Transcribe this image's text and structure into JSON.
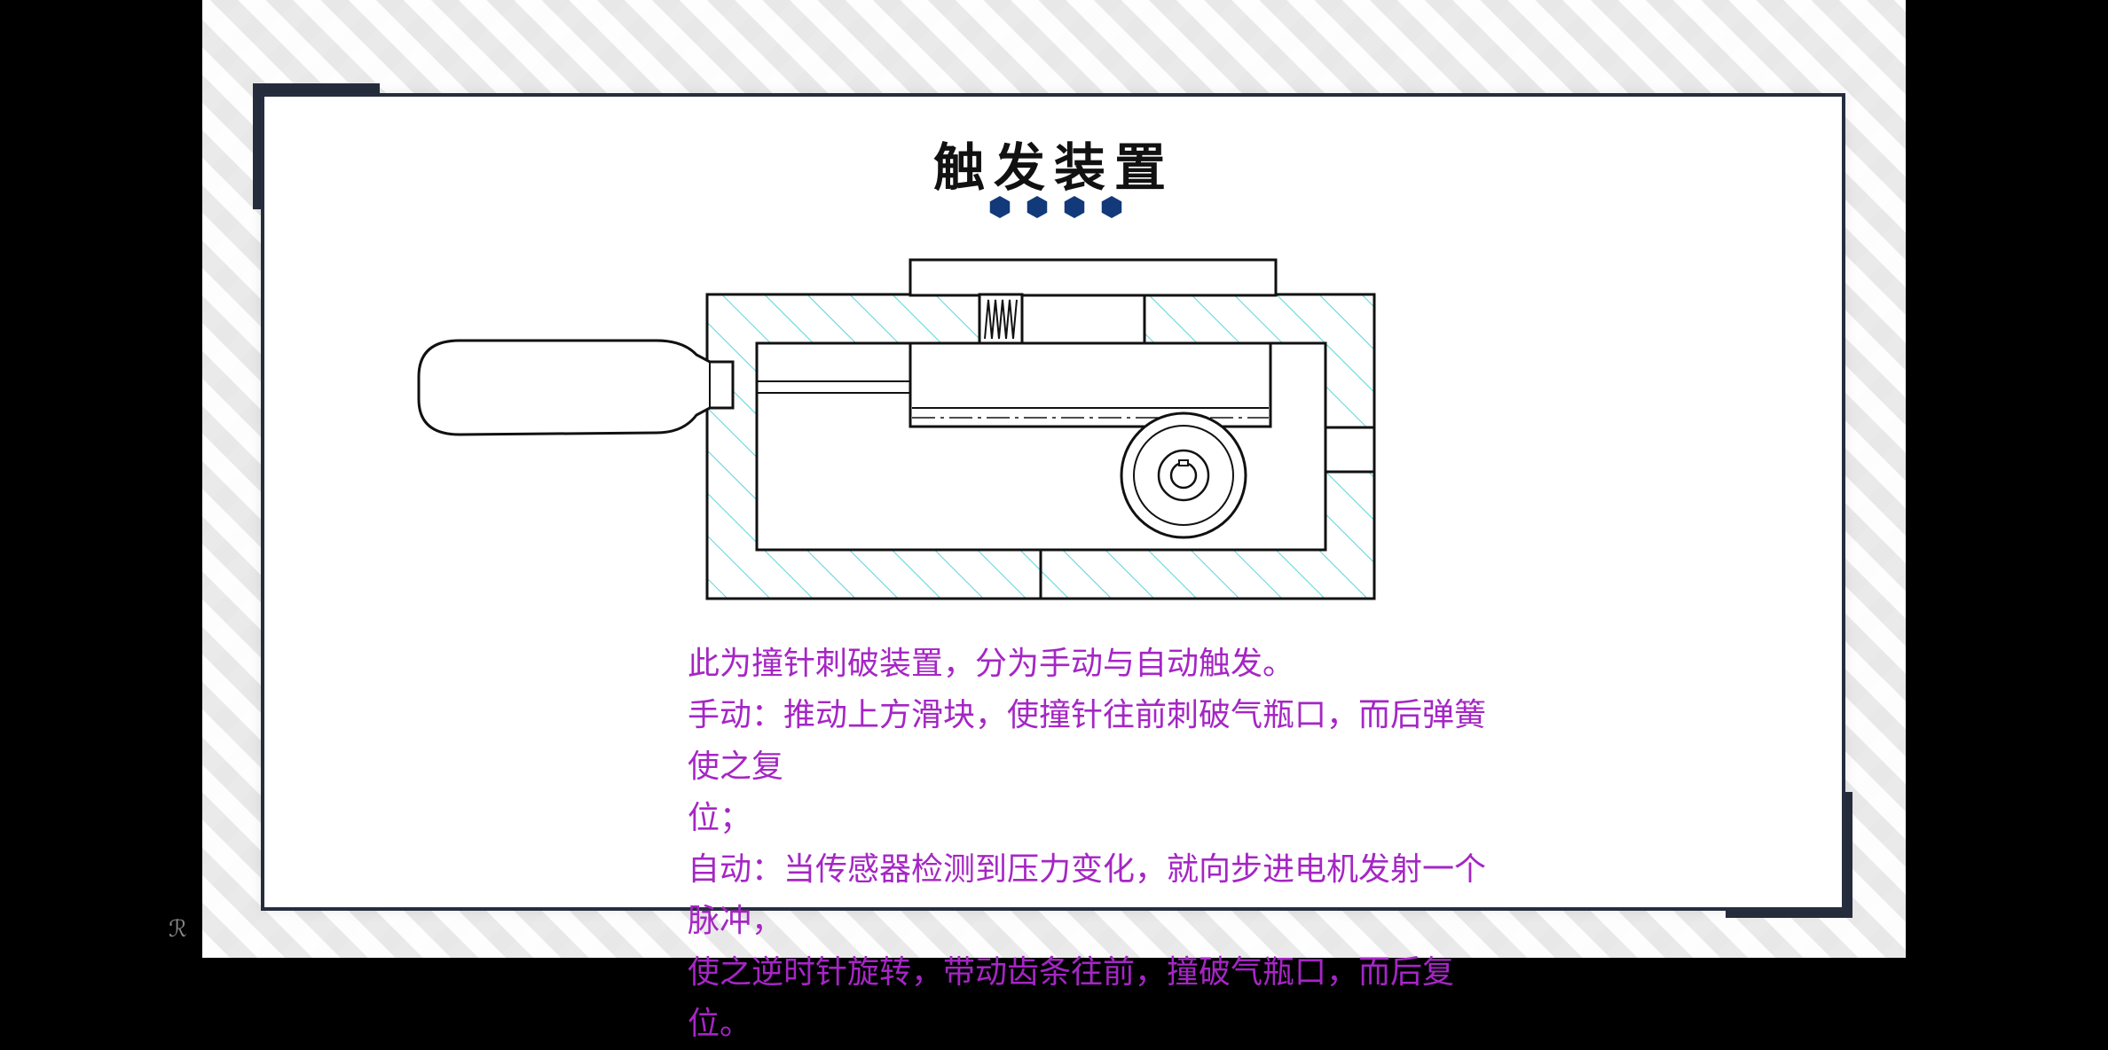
{
  "slide": {
    "title": "触发装置",
    "bullet_count": 4,
    "accent_color": "#123a7a",
    "text_color": "#a526c4",
    "description": [
      "此为撞针刺破装置，分为手动与自动触发。",
      "手动：推动上方滑块，使撞针往前刺破气瓶口，而后弹簧使之复",
      "位；",
      "自动：当传感器检测到压力变化，就向步进电机发射一个脉冲，",
      "使之逆时针旋转，带动齿条往前，撞破气瓶口，而后复位。"
    ]
  },
  "icons": {
    "corner_logo": "infinity-logo-icon"
  }
}
